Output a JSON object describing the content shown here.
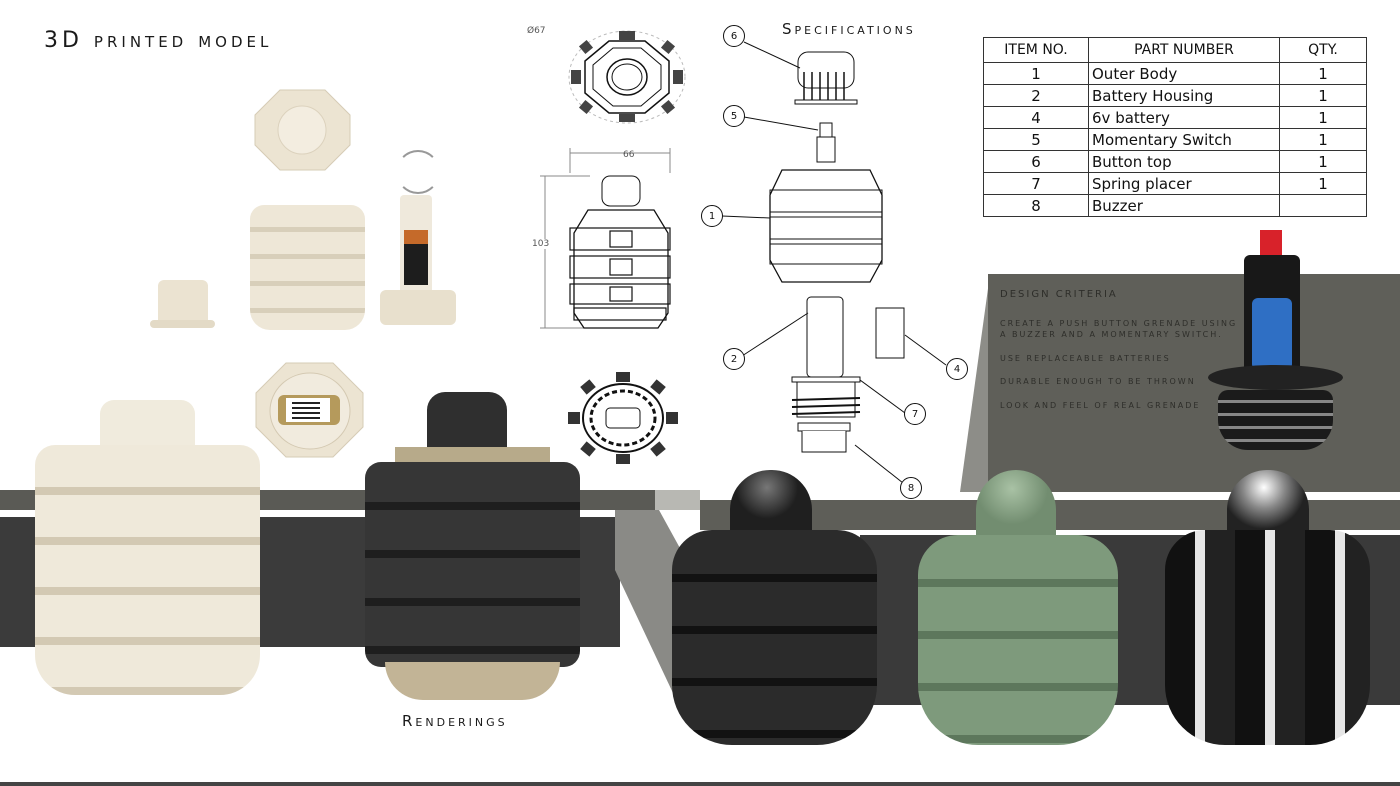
{
  "page": {
    "title": "3D printed model",
    "specifications_title": "Specifications",
    "renderings_title": "Renderings"
  },
  "drawings": {
    "top_view_diameter": "Ø67",
    "front_view_width": "66",
    "front_view_height": "103"
  },
  "callouts": [
    "6",
    "5",
    "1",
    "2",
    "4",
    "7",
    "8"
  ],
  "bom": {
    "headers": [
      "ITEM NO.",
      "PART NUMBER",
      "QTY."
    ],
    "rows": [
      {
        "item": "1",
        "part": "Outer Body",
        "qty": "1"
      },
      {
        "item": "2",
        "part": "Battery Housing",
        "qty": "1"
      },
      {
        "item": "4",
        "part": "6v battery",
        "qty": "1"
      },
      {
        "item": "5",
        "part": "Momentary Switch",
        "qty": "1"
      },
      {
        "item": "6",
        "part": "Button top",
        "qty": "1"
      },
      {
        "item": "7",
        "part": "Spring placer",
        "qty": "1"
      },
      {
        "item": "8",
        "part": "Buzzer",
        "qty": ""
      }
    ]
  },
  "design_criteria": {
    "heading": "Design criteria",
    "items": [
      "Create a push button grenade using a buzzer and a momentary switch.",
      "Use replaceable batteries",
      "Durable enough to be thrown",
      "Look and feel of real grenade"
    ]
  },
  "renders": {
    "colors": {
      "printed": "#ede6d6",
      "black": "#2a2a2a",
      "green": "#7e9a7c",
      "chrome": "#1c1c1c",
      "battery": "#2f6fc4",
      "cap_red": "#d8222a"
    }
  }
}
